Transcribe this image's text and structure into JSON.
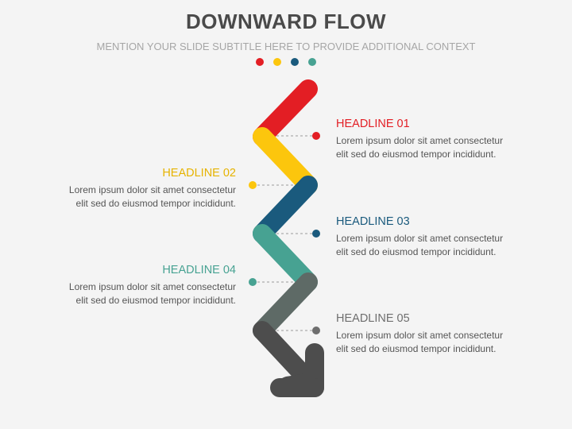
{
  "title": "DOWNWARD FLOW",
  "subtitle": "MENTION YOUR SLIDE SUBTITLE HERE TO PROVIDE ADDITIONAL CONTEXT",
  "colors": {
    "red": "#e31e24",
    "yellow": "#fcc60d",
    "navy": "#1a5a7d",
    "teal": "#47a292",
    "gray": "#5e6a66",
    "dark": "#4d4d4d",
    "background": "#f4f4f4"
  },
  "legend_dots": [
    "#e31e24",
    "#fcc60d",
    "#1a5a7d",
    "#47a292"
  ],
  "steps": [
    {
      "headline": "HEADLINE 01",
      "body_line1": "Lorem ipsum dolor sit amet consectetur",
      "body_line2": "elit sed do eiusmod tempor incididunt.",
      "color": "#e31e24",
      "side": "right"
    },
    {
      "headline": "HEADLINE 02",
      "body_line1": "Lorem ipsum dolor sit amet consectetur",
      "body_line2": "elit sed do eiusmod tempor incididunt.",
      "color": "#e6b300",
      "side": "left"
    },
    {
      "headline": "HEADLINE 03",
      "body_line1": "Lorem ipsum dolor sit amet consectetur",
      "body_line2": "elit sed do eiusmod tempor incididunt.",
      "color": "#1a5a7d",
      "side": "right"
    },
    {
      "headline": "HEADLINE 04",
      "body_line1": "Lorem ipsum dolor sit amet consectetur",
      "body_line2": "elit sed do eiusmod tempor incididunt.",
      "color": "#47a292",
      "side": "left"
    },
    {
      "headline": "HEADLINE 05",
      "body_line1": "Lorem ipsum dolor sit amet consectetur",
      "body_line2": "elit sed do eiusmod tempor incididunt.",
      "color": "#6e6e6e",
      "side": "right"
    }
  ]
}
